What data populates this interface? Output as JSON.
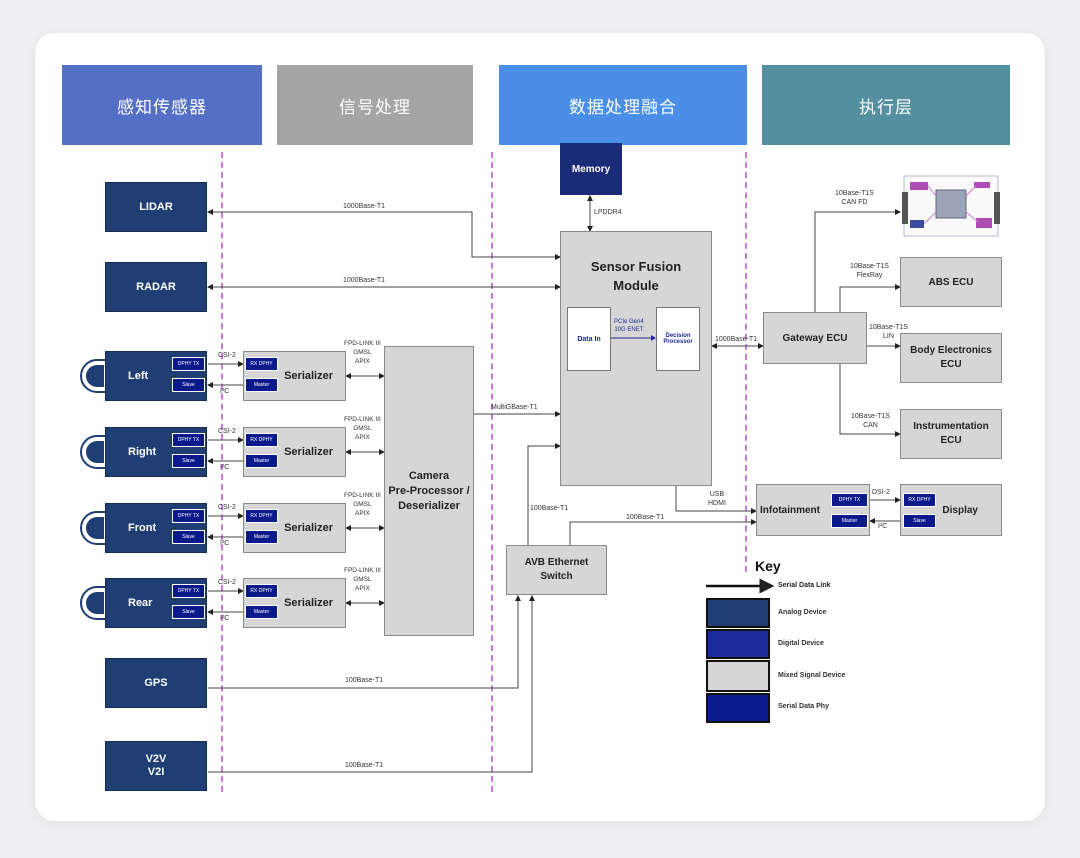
{
  "headers": {
    "sensing": "感知传感器",
    "signal": "信号处理",
    "fusion": "数据处理融合",
    "actuation": "执行层"
  },
  "colors": {
    "analog": "#1f3e74",
    "digital": "#1e2c9a",
    "mixed": "#d6d6d6",
    "phy": "#0b1a8a",
    "divider": "#c77bd9"
  },
  "sensors": {
    "lidar": "LIDAR",
    "radar": "RADAR",
    "gps": "GPS",
    "v2v": "V2V",
    "v2i": "V2I"
  },
  "cameras": [
    {
      "name": "Left",
      "phy_tx": "DPHY  TX",
      "slave": "Slave",
      "csi": "CSI-2",
      "i2c": "I²C",
      "ser_phy": "RX  DPHY",
      "ser_master": "Master",
      "serializer": "Serializer",
      "link1": "FPD-LINK III",
      "link2": "GMSL",
      "link3": "APIX"
    },
    {
      "name": "Right",
      "phy_tx": "DPHY  TX",
      "slave": "Slave",
      "csi": "CSI-2",
      "i2c": "I²C",
      "ser_phy": "RX  DPHY",
      "ser_master": "Master",
      "serializer": "Serializer",
      "link1": "FPD-LINK III",
      "link2": "GMSL",
      "link3": "APIX"
    },
    {
      "name": "Front",
      "phy_tx": "DPHY  TX",
      "slave": "Slave",
      "csi": "CSI-2",
      "i2c": "I²C",
      "ser_phy": "RX  DPHY",
      "ser_master": "Master",
      "serializer": "Serializer",
      "link1": "FPD-LINK III",
      "link2": "GMSL",
      "link3": "APIX"
    },
    {
      "name": "Rear",
      "phy_tx": "DPHY  TX",
      "slave": "Slave",
      "csi": "CSI-2",
      "i2c": "I²C",
      "ser_phy": "RX  DPHY",
      "ser_master": "Master",
      "serializer": "Serializer",
      "link1": "FPD-LINK III",
      "link2": "GMSL",
      "link3": "APIX"
    }
  ],
  "camera_pre": {
    "line1": "Camera",
    "line2": "Pre-Processor /",
    "line3": "Deserializer"
  },
  "memory": "Memory",
  "lpddr": "LPDDR4",
  "fusion": {
    "title1": "Sensor Fusion",
    "title2": "Module",
    "data_in": "Data In",
    "pcie1": "PCIe Gen4",
    "pcie2": "10G ENET",
    "decision1": "Decision",
    "decision2": "Processor"
  },
  "avb": {
    "line1": "AVB Ethernet",
    "line2": "Switch"
  },
  "gateway": "Gateway ECU",
  "abs": "ABS ECU",
  "body": {
    "line1": "Body Electronics",
    "line2": "ECU"
  },
  "instr": {
    "line1": "Instrumentation",
    "line2": "ECU"
  },
  "infotainment": {
    "name": "Infotainment",
    "phy_tx": "DPHY  TX",
    "master": "Master"
  },
  "display": {
    "name": "Display",
    "phy_rx": "RX  DPHY",
    "slave": "Slave"
  },
  "links": {
    "lidar": "1000Base-T1",
    "radar": "1000Base-T1",
    "multigig": "MultiGBase-T1",
    "fusion_gw": "1000Base-T1",
    "can_fd_1": "10Base-T1S",
    "can_fd_2": "CAN FD",
    "flexray_1": "10Base-T1S",
    "flexray_2": "FlexRay",
    "lin_1": "10Base-T1S",
    "lin_2": "LIN",
    "can_1": "10Base-T1S",
    "can_2": "CAN",
    "usb": "USB",
    "hdmi": "HDMI",
    "dsi": "DSI-2",
    "i2c": "I²C",
    "avb_up": "100Base-T1",
    "avb_info": "100Base-T1",
    "gps": "100Base-T1",
    "v2v": "100Base-T1"
  },
  "key": {
    "title": "Key",
    "serial_link": "Serial Data Link",
    "analog": "Analog Device",
    "digital": "Digital Device",
    "mixed": "Mixed Signal Device",
    "phy": "Serial Data Phy"
  }
}
